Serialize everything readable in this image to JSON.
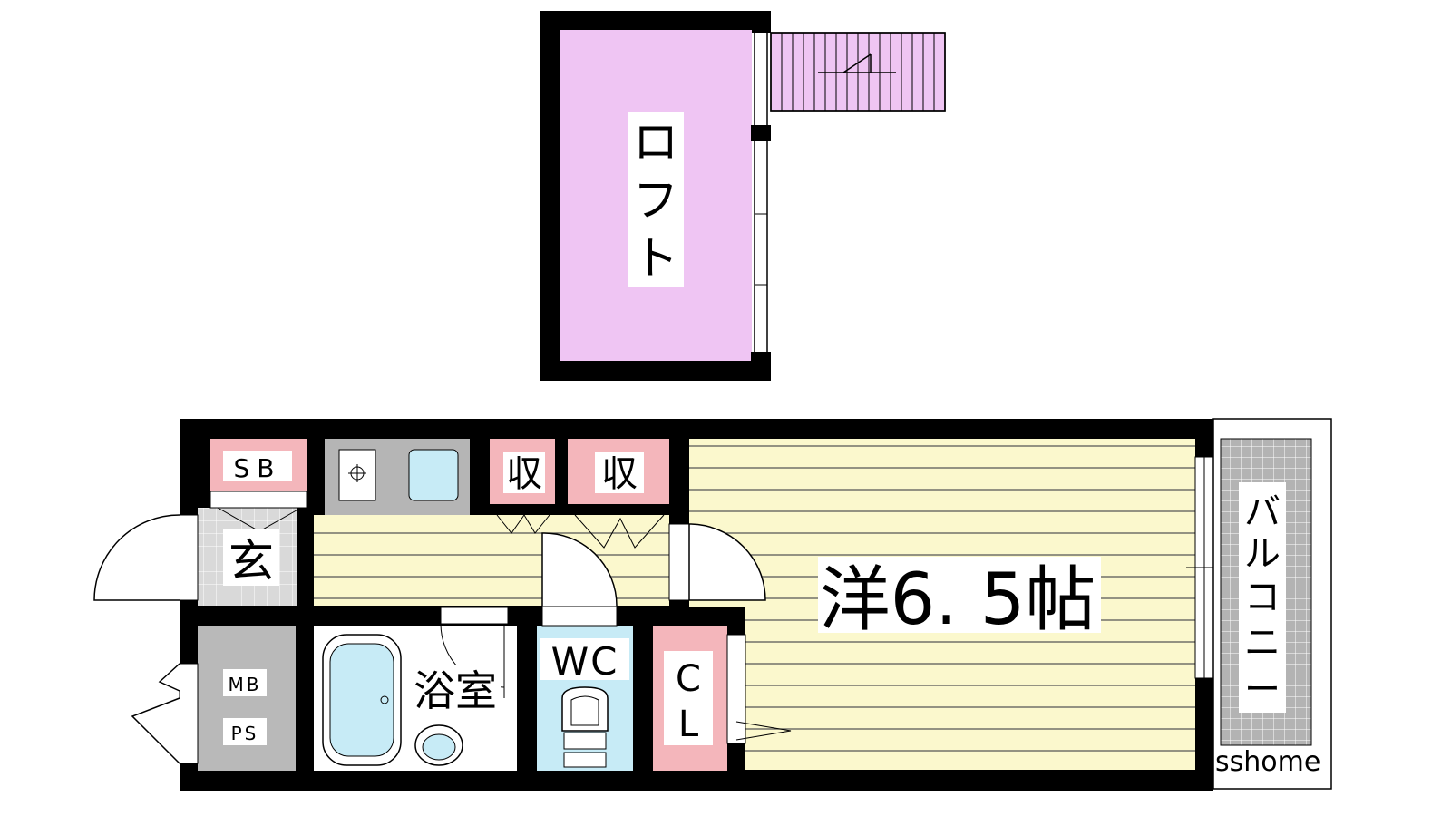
{
  "floorplan": {
    "loft": {
      "label_chars": [
        "ロ",
        "フ",
        "ト"
      ]
    },
    "rooms": {
      "shoe_box": "SB",
      "storage_1": "収",
      "storage_2": "収",
      "entrance": "玄",
      "meter_box": "MB",
      "pipe_space": "PS",
      "bathroom": "浴室",
      "toilet": "WC",
      "closet_chars": [
        "C",
        "L"
      ],
      "western_room": "洋6. 5帖",
      "balcony_chars": [
        "バ",
        "ル",
        "コ",
        "ニ",
        "ー"
      ]
    },
    "watermark": "sshome",
    "colors": {
      "wall": "#000000",
      "loft_fill": "#efc5f3",
      "room_fill": "#fbf8cd",
      "room_stripe": "#555555",
      "storage_fill": "#f4b6bb",
      "kitchen_fill": "#b5b5b5",
      "wet_fill": "#c7ebf6",
      "utility_fill": "#b9b9b9",
      "balcony_fill": "#b3b3b3"
    }
  }
}
